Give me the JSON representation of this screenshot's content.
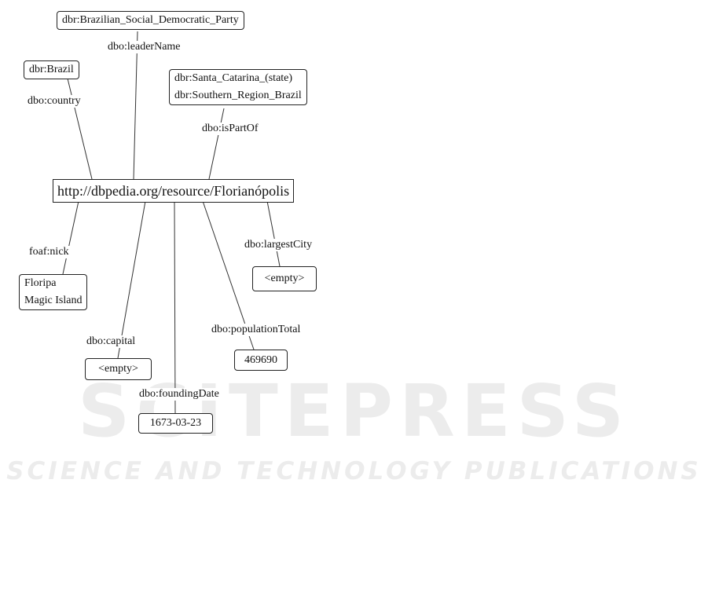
{
  "watermark": {
    "big": "SCITEPRESS",
    "small": "SCIENCE AND TECHNOLOGY PUBLICATIONS"
  },
  "center": {
    "label": "http://dbpedia.org/resource/Florianópolis"
  },
  "nodes": {
    "party": {
      "lines": [
        "dbr:Brazilian_Social_Democratic_Party"
      ]
    },
    "brazil": {
      "lines": [
        "dbr:Brazil"
      ]
    },
    "region": {
      "lines": [
        "dbr:Santa_Catarina_(state)",
        "dbr:Southern_Region_Brazil"
      ]
    },
    "nick": {
      "lines": [
        "Floripa",
        "Magic Island"
      ]
    },
    "largest_city": {
      "lines": [
        "<empty>"
      ]
    },
    "capital": {
      "lines": [
        "<empty>"
      ]
    },
    "population": {
      "lines": [
        "469690"
      ]
    },
    "founding": {
      "lines": [
        "1673-03-23"
      ]
    }
  },
  "edges": {
    "leader_name": "dbo:leaderName",
    "country": "dbo:country",
    "is_part_of": "dbo:isPartOf",
    "nick": "foaf:nick",
    "largest_city": "dbo:largestCity",
    "capital": "dbo:capital",
    "population_total": "dbo:populationTotal",
    "founding_date": "dbo:foundingDate"
  }
}
